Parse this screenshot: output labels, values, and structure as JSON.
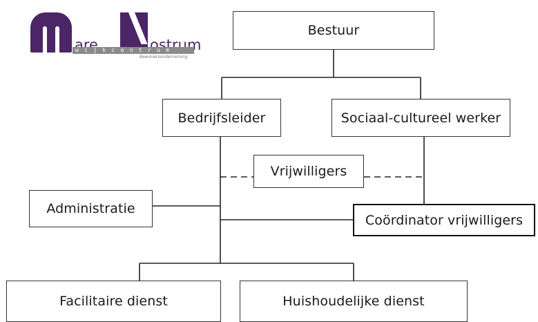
{
  "logo": {
    "word1": "are",
    "word2": "ostrum",
    "band": "wijkcentrum",
    "subtitle": "Bewonersonderneming"
  },
  "nodes": {
    "bestuur": "Bestuur",
    "bedrijfsleider": "Bedrijfsleider",
    "sociaal_cultureel_werker": "Sociaal-cultureel werker",
    "vrijwilligers": "Vrijwilligers",
    "administratie": "Administratie",
    "coordinator": "Coördinator vrijwilligers",
    "facilitaire_dienst": "Facilitaire dienst",
    "huishoudelijke_dienst": "Huishoudelijke dienst"
  },
  "colors": {
    "brand_purple": "#4c2567",
    "line": "#222222",
    "band_gray": "#8a8a8a"
  }
}
